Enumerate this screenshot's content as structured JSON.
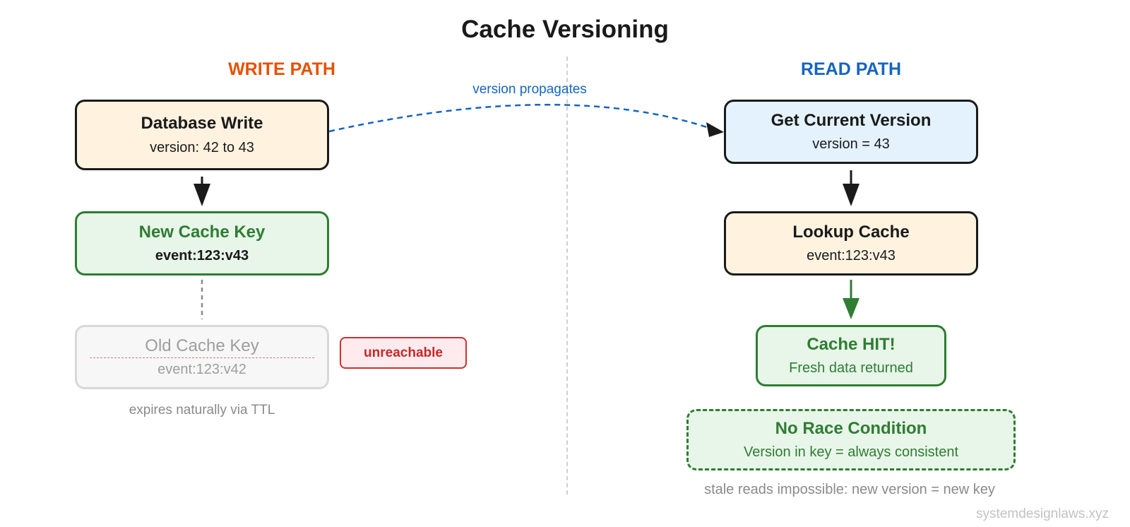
{
  "title": "Cache Versioning",
  "write_path": {
    "title": "WRITE PATH",
    "db_write": {
      "main": "Database Write",
      "sub": "version: 42 to 43"
    },
    "new_key": {
      "main": "New Cache Key",
      "sub": "event:123:v43"
    },
    "old_key": {
      "main": "Old Cache Key",
      "sub": "event:123:v42"
    },
    "unreachable": "unreachable",
    "expires_note": "expires naturally via TTL"
  },
  "read_path": {
    "title": "READ PATH",
    "get_version": {
      "main": "Get Current Version",
      "sub": "version = 43"
    },
    "lookup": {
      "main": "Lookup Cache",
      "sub": "event:123:v43"
    },
    "cache_hit": {
      "main": "Cache HIT!",
      "sub": "Fresh data returned"
    },
    "no_race": {
      "main": "No Race Condition",
      "sub": "Version in key = always consistent"
    },
    "stale_note": "stale reads impossible: new version = new key"
  },
  "propagation_label": "version propagates",
  "watermark": "systemdesignlaws.xyz",
  "colors": {
    "write_accent": "#e65100",
    "read_accent": "#1565c0",
    "success": "#2e7d32",
    "error": "#d32f2f",
    "muted": "#9e9e9e"
  }
}
